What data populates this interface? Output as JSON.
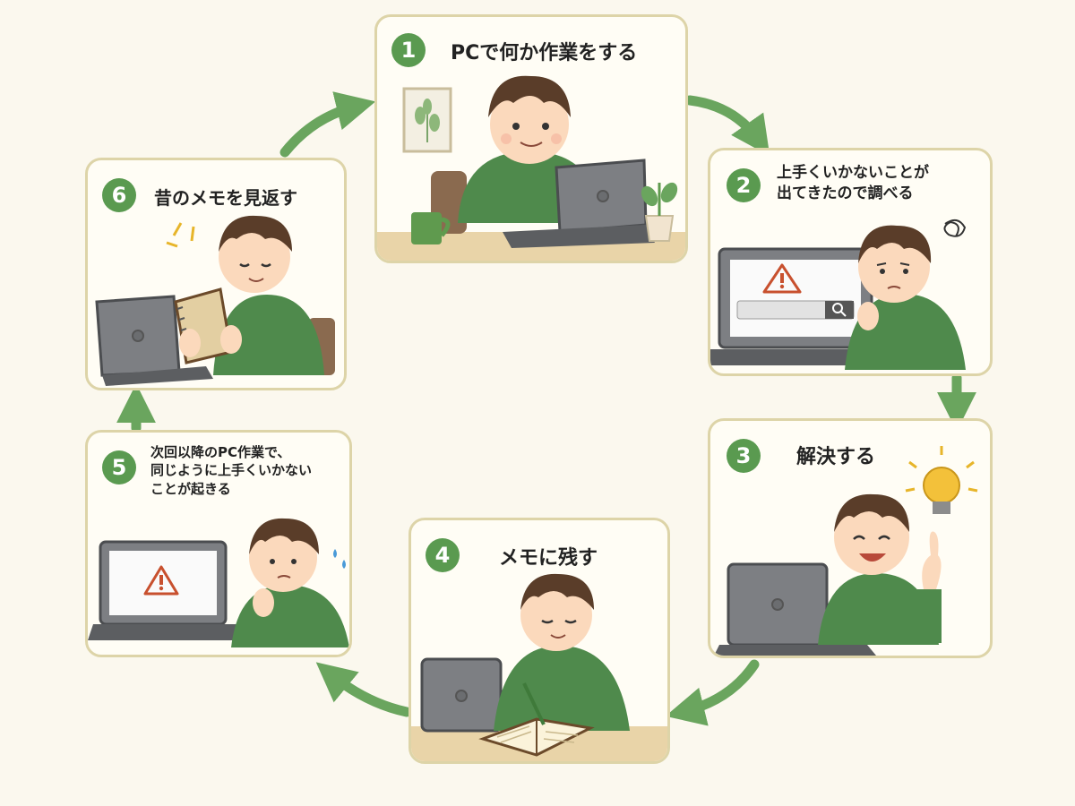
{
  "steps": [
    {
      "number": "1",
      "label": "PCで何か作業をする"
    },
    {
      "number": "2",
      "label": "上手くいかないことが\n出てきたので調べる"
    },
    {
      "number": "3",
      "label": "解決する"
    },
    {
      "number": "4",
      "label": "メモに残す"
    },
    {
      "number": "5",
      "label": "次回以降のPC作業で、\n同じように上手くいかない\nことが起きる"
    },
    {
      "number": "6",
      "label": "昔のメモを見返す"
    }
  ],
  "colors": {
    "accent_green": "#5a9a50",
    "hoodie_green": "#4f8a4c",
    "card_border": "#ddd4a8",
    "background": "#fbf8ee",
    "warning_red": "#c8502e"
  },
  "icons": [
    "plant-frame-icon",
    "mug-icon",
    "potted-plant-icon",
    "warning-icon",
    "search-icon",
    "confused-scribble-icon",
    "lightbulb-icon",
    "notebook-icon",
    "sweat-drops-icon",
    "sparkle-icon"
  ]
}
